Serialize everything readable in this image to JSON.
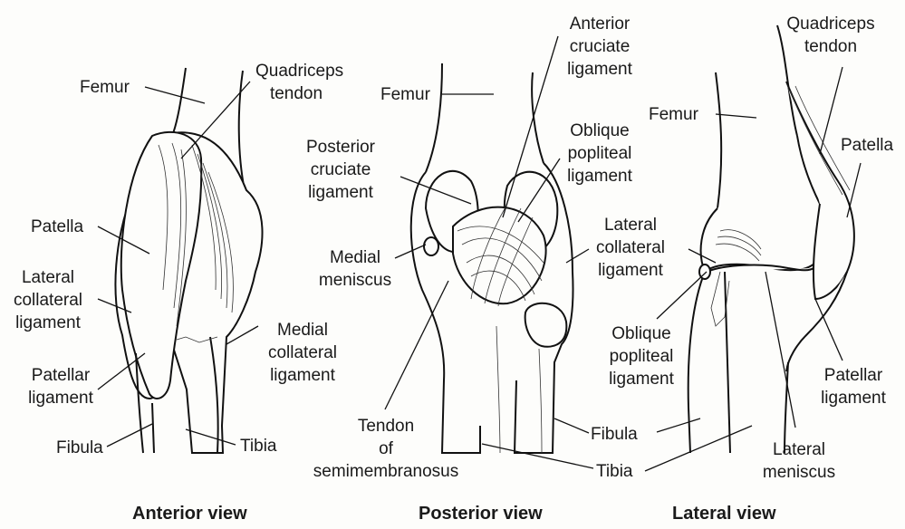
{
  "views": [
    {
      "caption": "Anterior view"
    },
    {
      "caption": "Posterior view"
    },
    {
      "caption": "Lateral view"
    }
  ],
  "labels": {
    "anterior": {
      "femur": "Femur",
      "quadriceps_tendon": [
        "Quadriceps",
        "tendon"
      ],
      "patella": "Patella",
      "lateral_collateral_ligament": [
        "Lateral",
        "collateral",
        "ligament"
      ],
      "patellar_ligament": [
        "Patellar",
        "ligament"
      ],
      "medial_collateral_ligament": [
        "Medial",
        "collateral",
        "ligament"
      ],
      "fibula": "Fibula",
      "tibia": "Tibia"
    },
    "posterior": {
      "femur": "Femur",
      "anterior_cruciate_ligament": [
        "Anterior",
        "cruciate",
        "ligament"
      ],
      "posterior_cruciate_ligament": [
        "Posterior",
        "cruciate",
        "ligament"
      ],
      "oblique_popliteal_ligament": [
        "Oblique",
        "popliteal",
        "ligament"
      ],
      "medial_meniscus": [
        "Medial",
        "meniscus"
      ],
      "lateral_collateral_ligament": [
        "Lateral",
        "collateral",
        "ligament"
      ],
      "tendon_of_semimembranosus": [
        "Tendon",
        "of",
        "semimembranosus"
      ],
      "fibula": "Fibula",
      "tibia": "Tibia"
    },
    "lateral": {
      "quadriceps_tendon": [
        "Quadriceps",
        "tendon"
      ],
      "femur": "Femur",
      "patella": "Patella",
      "oblique_popliteal_ligament": [
        "Oblique",
        "popliteal",
        "ligament"
      ],
      "patellar_ligament": [
        "Patellar",
        "ligament"
      ],
      "lateral_meniscus": [
        "Lateral",
        "meniscus"
      ]
    }
  }
}
